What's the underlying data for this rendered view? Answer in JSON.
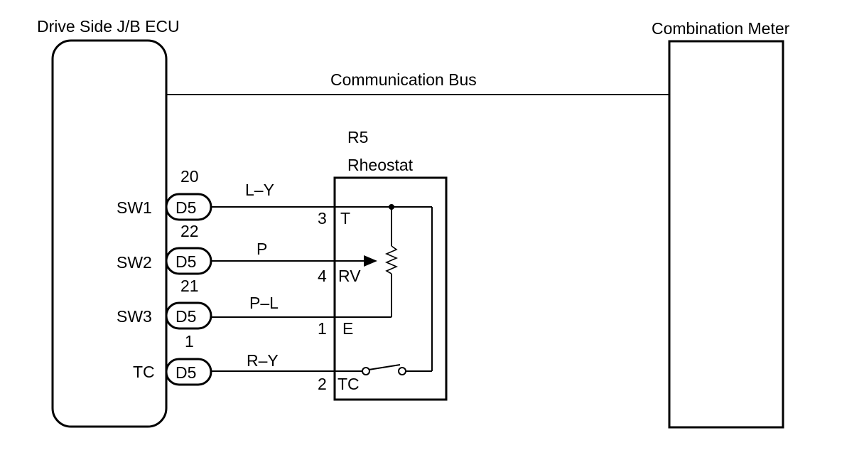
{
  "ecu": {
    "title": "Drive Side J/B ECU"
  },
  "meter": {
    "title": "Combination Meter"
  },
  "bus": {
    "label": "Communication Bus"
  },
  "rheostat": {
    "code": "R5",
    "name": "Rheostat"
  },
  "connections": [
    {
      "ecu_terminal": "SW1",
      "pin": "20",
      "connector": "D5",
      "wire_color": "L–Y",
      "rheo_pin": "3",
      "rheo_terminal": "T"
    },
    {
      "ecu_terminal": "SW2",
      "pin": "22",
      "connector": "D5",
      "wire_color": "P",
      "rheo_pin": "4",
      "rheo_terminal": "RV"
    },
    {
      "ecu_terminal": "SW3",
      "pin": "21",
      "connector": "D5",
      "wire_color": "P–L",
      "rheo_pin": "1",
      "rheo_terminal": "E"
    },
    {
      "ecu_terminal": "TC",
      "pin": "1",
      "connector": "D5",
      "wire_color": "R–Y",
      "rheo_pin": "2",
      "rheo_terminal": "TC"
    }
  ]
}
